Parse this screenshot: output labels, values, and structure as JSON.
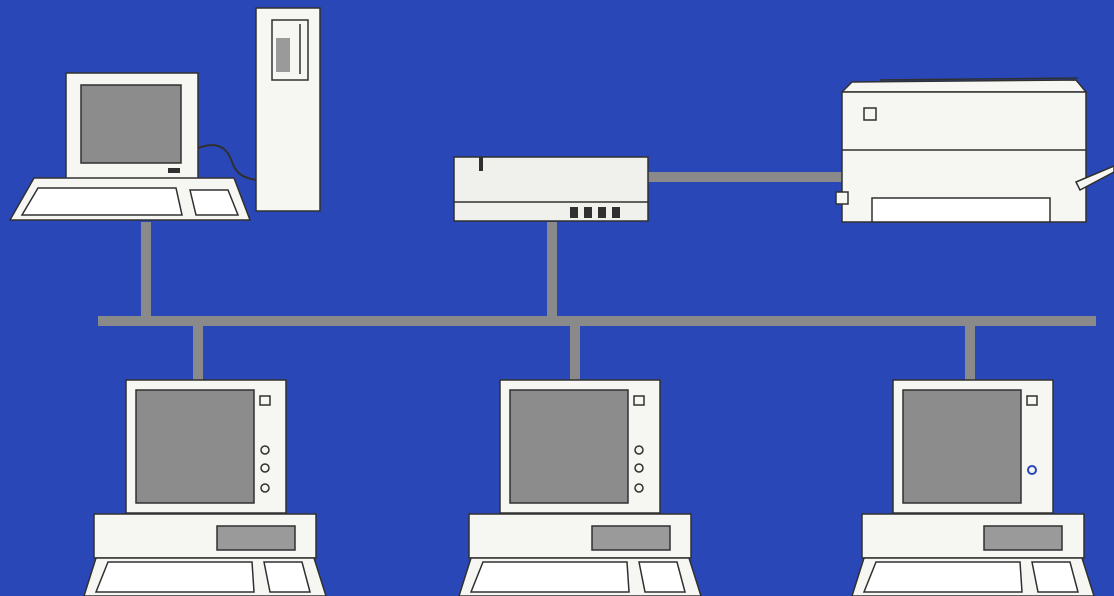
{
  "colors": {
    "background": "#2a47b8",
    "cable": "#8a8a8a",
    "device_body": "#f6f6f2",
    "device_outline": "#303030",
    "screen": "#8c8c8c",
    "drive_slot": "#9a9a9a",
    "indicator_blue": "#2a47b8"
  },
  "nodes": [
    {
      "id": "workstation-desktop-tower",
      "type": "desktop-with-tower",
      "icon": "desktop-computer-icon"
    },
    {
      "id": "network-hub",
      "type": "hub",
      "icon": "network-hub-icon"
    },
    {
      "id": "printer",
      "type": "printer",
      "icon": "printer-icon"
    },
    {
      "id": "workstation-1",
      "type": "workstation",
      "icon": "workstation-icon"
    },
    {
      "id": "workstation-2",
      "type": "workstation",
      "icon": "workstation-icon"
    },
    {
      "id": "workstation-3",
      "type": "workstation",
      "icon": "workstation-icon"
    }
  ],
  "connections": [
    {
      "from": "workstation-desktop-tower",
      "to": "bus-backbone"
    },
    {
      "from": "network-hub",
      "to": "bus-backbone"
    },
    {
      "from": "network-hub",
      "to": "printer"
    },
    {
      "from": "workstation-1",
      "to": "bus-backbone"
    },
    {
      "from": "workstation-2",
      "to": "bus-backbone"
    },
    {
      "from": "workstation-3",
      "to": "bus-backbone"
    }
  ],
  "topology": "bus"
}
